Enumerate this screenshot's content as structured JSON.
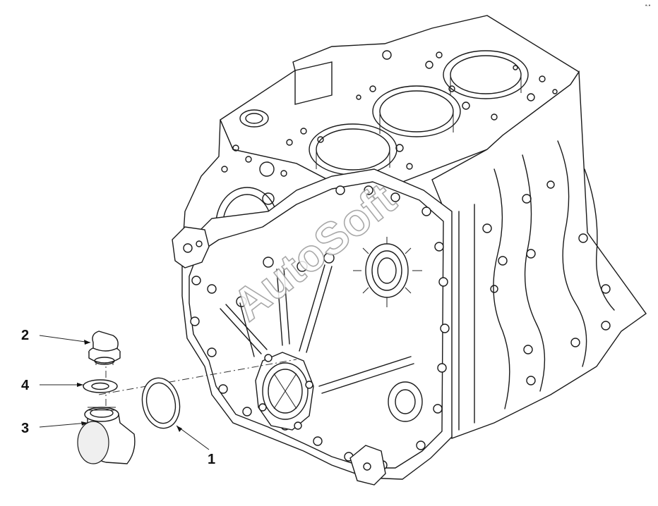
{
  "figure": {
    "watermark": "AutoSoft",
    "corner_mark": "•·•",
    "callouts": [
      {
        "id": "1",
        "label": "1"
      },
      {
        "id": "2",
        "label": "2"
      },
      {
        "id": "3",
        "label": "3"
      },
      {
        "id": "4",
        "label": "4"
      }
    ]
  },
  "colors": {
    "line": "#1a1a1a",
    "background": "#ffffff",
    "watermark_stroke": "#9a9a9a"
  }
}
